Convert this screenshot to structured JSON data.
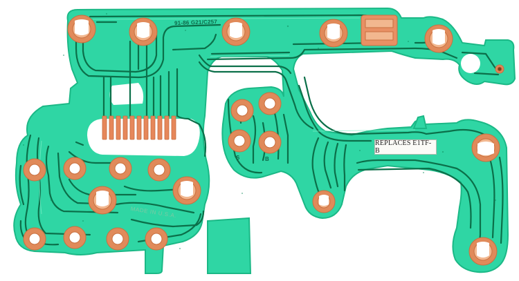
{
  "photo": {
    "subject": "",
    "colors": {
      "background": "#ffffff",
      "substrate": "#2fd6a4",
      "substrate_edge": "#1bb886",
      "trace": "#0b6f49",
      "trace_light": "#56e0b6",
      "pad": "#e08a5a",
      "pad_inner": "#f2b78f",
      "hole": "#ffffff"
    }
  },
  "labels": {
    "replacement_sticker": "REPLACES E1TF-B",
    "part_code": "91-86 G21/C257",
    "made_in": "MADE IN U.S.A.",
    "pin_s": "S",
    "pin_b": "B"
  }
}
